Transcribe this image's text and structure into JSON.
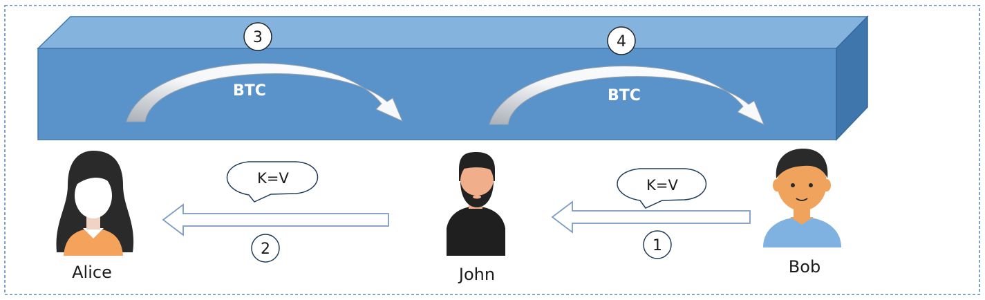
{
  "blockchain": {
    "step_3": "3",
    "step_4": "4",
    "transfer_1_label": "BTC",
    "transfer_2_label": "BTC"
  },
  "actors": {
    "alice": "Alice",
    "john": "John",
    "bob": "Bob"
  },
  "messages": {
    "msg_1_text": "K=V",
    "msg_1_step": "1",
    "msg_2_text": "K=V",
    "msg_2_step": "2"
  },
  "colors": {
    "bar_front": "#5a93c9",
    "bar_top": "#84b3de",
    "bar_side": "#3f77ad",
    "arrow_outline": "#7a9bc4",
    "frame": "#5a87bd"
  }
}
